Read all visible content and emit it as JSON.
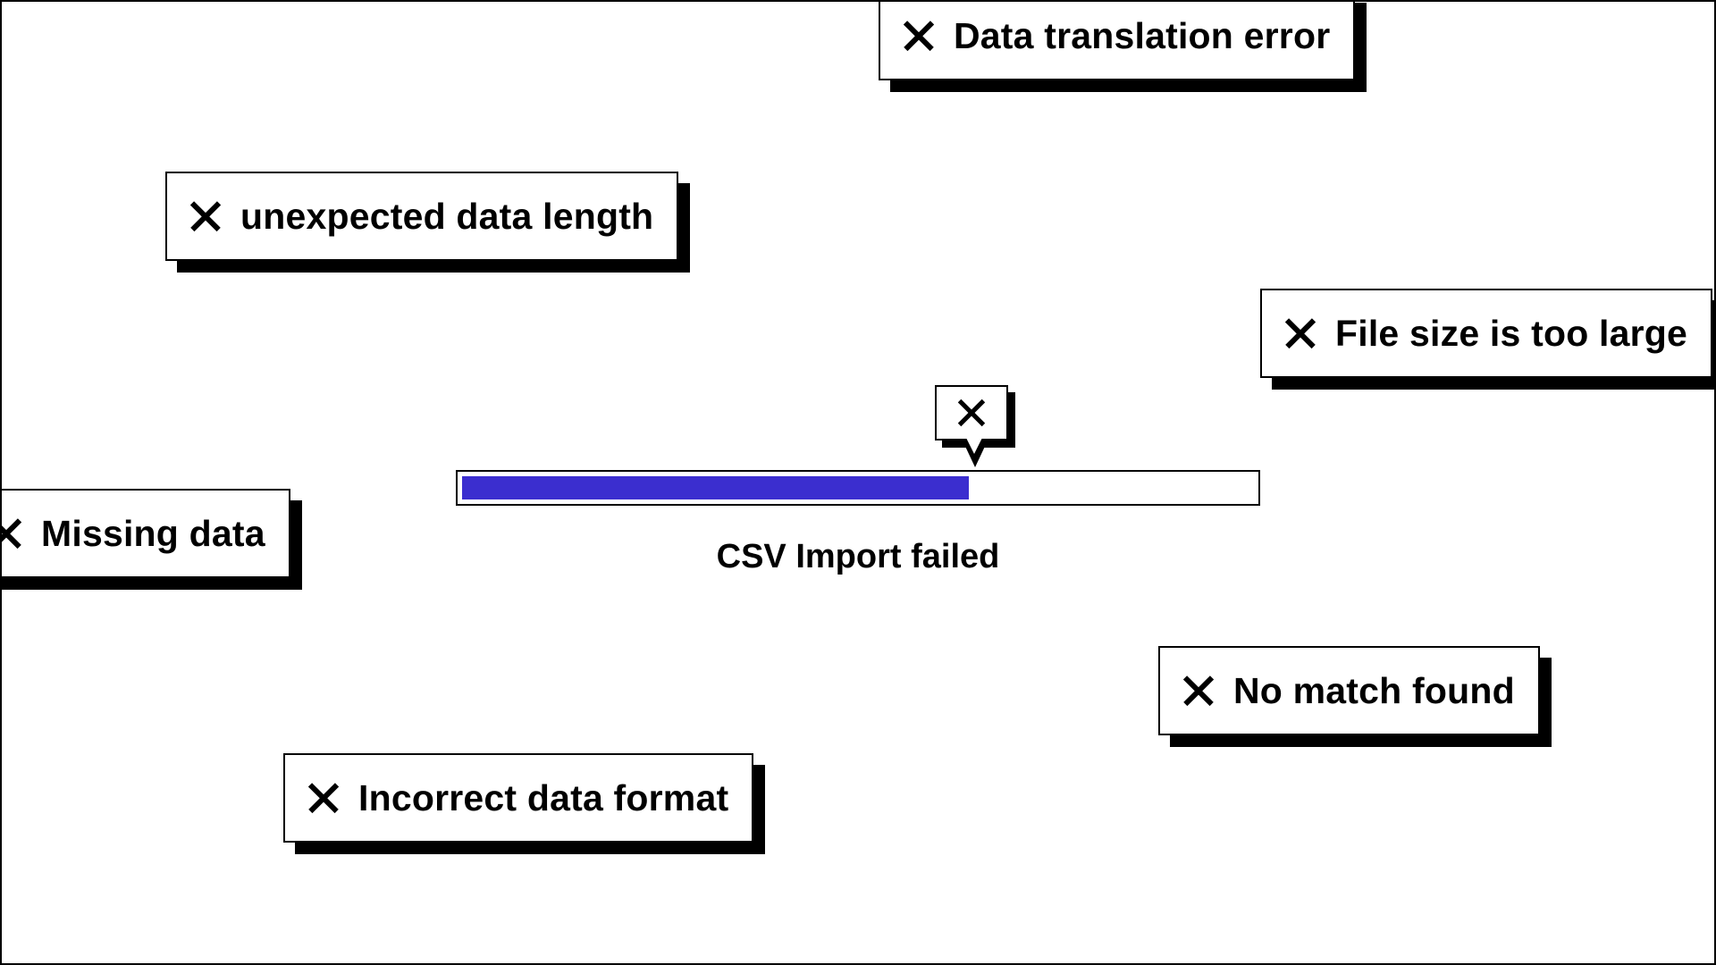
{
  "errors": [
    {
      "label": "Data translation error",
      "icon": "close-icon"
    },
    {
      "label": "unexpected data length",
      "icon": "close-icon"
    },
    {
      "label": "File size is too large",
      "icon": "close-icon"
    },
    {
      "label": "Missing data",
      "icon": "close-icon"
    },
    {
      "label": "No match found",
      "icon": "close-icon"
    },
    {
      "label": "Incorrect data format",
      "icon": "close-icon"
    }
  ],
  "progress": {
    "fraction": 0.64,
    "status_text": "CSV Import failed",
    "marker_icon": "close-icon",
    "fill_color": "#3b2ecf"
  }
}
